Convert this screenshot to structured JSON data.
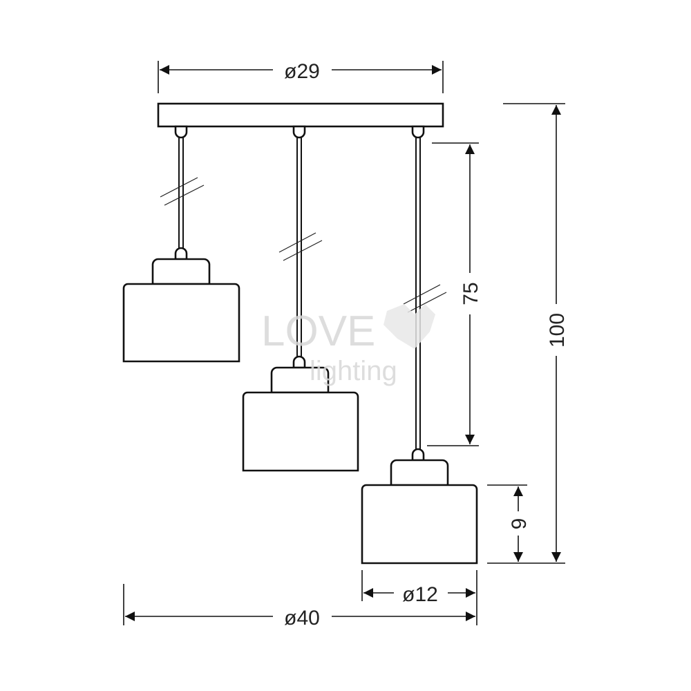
{
  "diagram": {
    "title": "Pendant lamp dimension drawing",
    "dimensions": {
      "canopy_width": "ø29",
      "overall_width": "ø40",
      "shade_diameter": "ø12",
      "shade_height": "9",
      "cable_length": "75",
      "total_height": "100"
    },
    "pendant_count": 3,
    "watermark": {
      "line1": "LOVE",
      "line2": "lighting"
    },
    "colors": {
      "line": "#111111",
      "background": "#ffffff",
      "watermark": "#e4e4e4"
    }
  }
}
